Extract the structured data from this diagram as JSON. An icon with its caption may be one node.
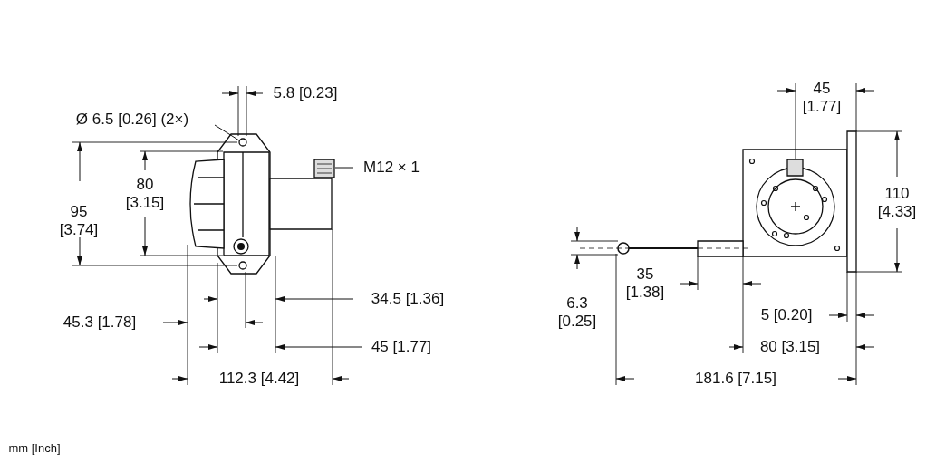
{
  "diagram": {
    "nodes": [
      {
        "text": [
          "Ø 6.5 [0.26] (2×)"
        ]
      },
      {
        "text": [],
        "shape": "circle"
      },
      {
        "text": [
          "M12 × 1"
        ]
      },
      {
        "text": [],
        "shape": "picture"
      }
    ],
    "edges": [
      {
        "from": 0,
        "to": 1,
        "arrow": "none"
      },
      {
        "from": 2,
        "to": 3,
        "arrow": "none"
      }
    ],
    "labels": [
      "5.8 [0.23]",
      "45 [1.77]",
      "110 [4.33]",
      "80 [3.15]",
      "95 [3.74]",
      "35 [1.38]",
      "34.5 [1.36]",
      "6.3 [0.25]",
      "5 [0.20]",
      "45.3 [1.78]",
      "45 [1.77]",
      "80 [3.15]",
      "112.3 [4.42]",
      "181.6 [7.15]",
      "mm [Inch]"
    ]
  }
}
